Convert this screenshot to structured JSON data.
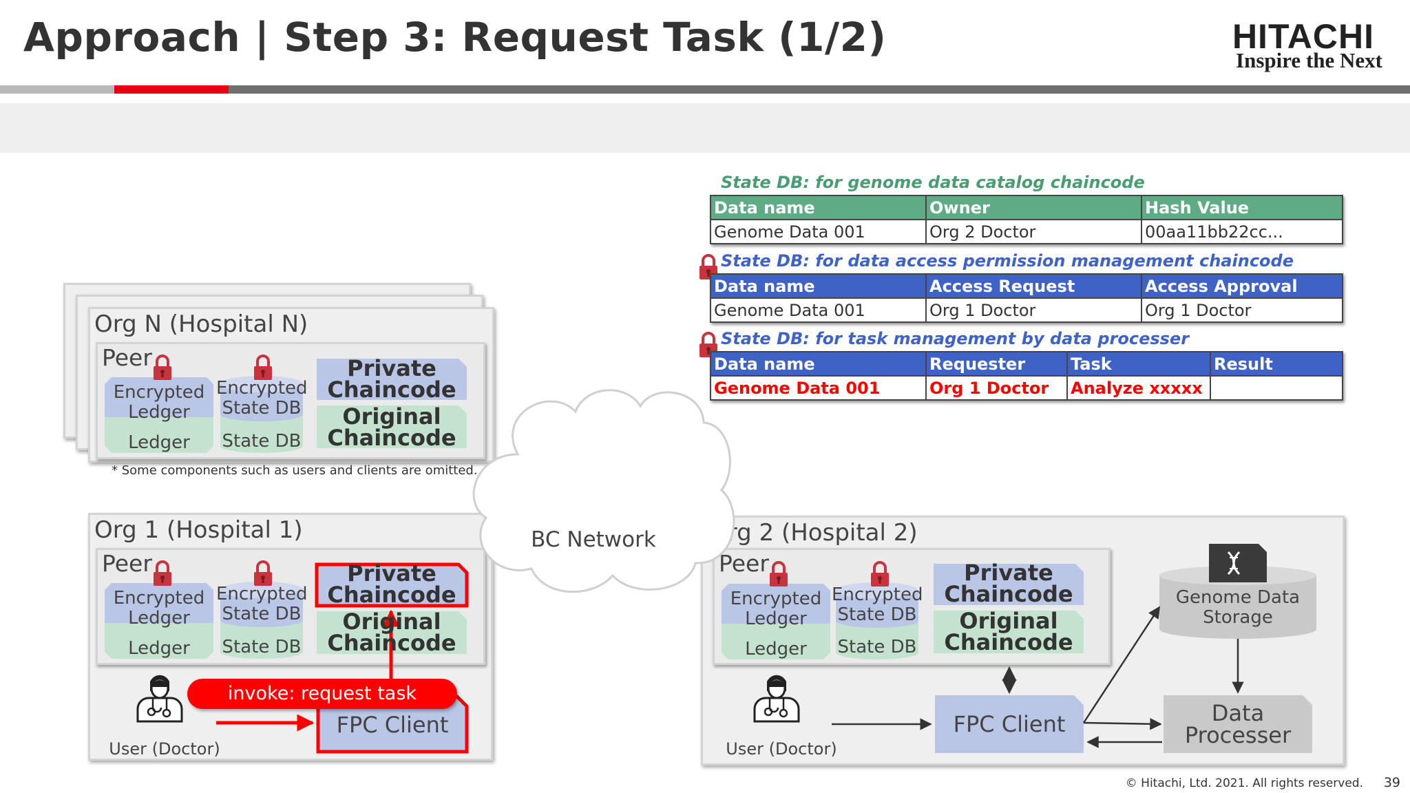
{
  "slide": {
    "title": "Approach | Step 3: Request Task (1/2)",
    "page_number": "39",
    "copyright": "© Hitachi, Ltd. 2021. All rights reserved."
  },
  "logo": {
    "brand": "HITACHI",
    "tagline": "Inspire the Next"
  },
  "colors": {
    "accent_red": "#ff0000",
    "green_header": "#5fab85",
    "blue_header": "#3f62c6",
    "private_cc_fill": "#b9c6e6",
    "original_cc_fill": "#c3e3cf"
  },
  "note": "* Some components such as users and clients are omitted.",
  "network": {
    "label": "BC Network"
  },
  "org_n": {
    "title": "Org N (Hospital N)",
    "peer": "Peer",
    "encrypted_ledger": "Encrypted Ledger",
    "ledger": "Ledger",
    "encrypted_state_db": "Encrypted State DB",
    "state_db": "State DB",
    "private_cc": "Private Chaincode",
    "original_cc": "Original Chaincode"
  },
  "org_1": {
    "title": "Org 1 (Hospital 1)",
    "peer": "Peer",
    "encrypted_ledger": "Encrypted Ledger",
    "ledger": "Ledger",
    "encrypted_state_db": "Encrypted State DB",
    "state_db": "State DB",
    "private_cc": "Private Chaincode",
    "original_cc": "Original Chaincode",
    "client": "FPC Client",
    "user": "User (Doctor)",
    "invoke": "invoke: request task"
  },
  "org_2": {
    "title": "Org 2 (Hospital 2)",
    "peer": "Peer",
    "encrypted_ledger": "Encrypted Ledger",
    "ledger": "Ledger",
    "encrypted_state_db": "Encrypted State DB",
    "state_db": "State DB",
    "private_cc": "Private Chaincode",
    "original_cc": "Original Chaincode",
    "client": "FPC Client",
    "user": "User (Doctor)",
    "storage": "Genome Data Storage",
    "processor": "Data Processer"
  },
  "tables": [
    {
      "caption": "State DB: for genome data catalog chaincode",
      "headers": [
        "Data name",
        "Owner",
        "Hash Value"
      ],
      "rows": [
        [
          "Genome Data 001",
          "Org 2 Doctor",
          "00aa11bb22cc..."
        ]
      ]
    },
    {
      "caption": "State DB: for data access permission management chaincode",
      "headers": [
        "Data name",
        "Access Request",
        "Access Approval"
      ],
      "rows": [
        [
          "Genome Data 001",
          "Org 1 Doctor",
          "Org 1 Doctor"
        ]
      ]
    },
    {
      "caption": "State DB: for task management by data processer",
      "headers": [
        "Data name",
        "Requester",
        "Task",
        "Result"
      ],
      "rows": [
        [
          "Genome Data 001",
          "Org 1 Doctor",
          "Analyze xxxxx",
          ""
        ]
      ]
    }
  ]
}
